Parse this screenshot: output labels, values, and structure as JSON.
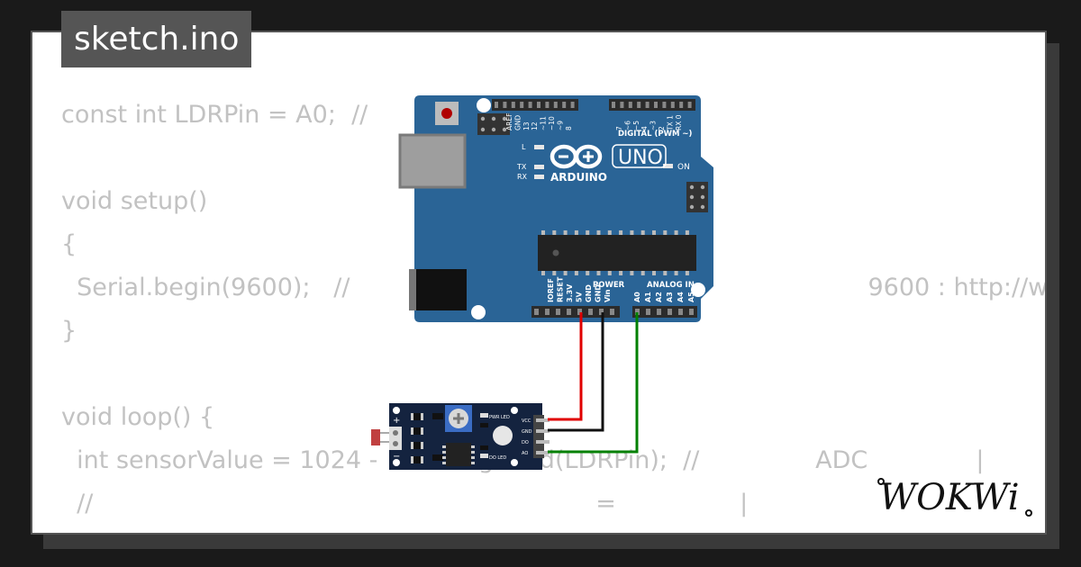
{
  "file": {
    "tab_title": "sketch.ino"
  },
  "code_lines": [
    "const int LDRPin = A0;  //",
    "",
    "void setup()",
    "{",
    "  Serial.begin(9600);   //                                                                   9600 : http://w",
    "}",
    "",
    "void loop() {",
    "  int sensorValue = 1024 -             gRead(LDRPin);  //               ADC              |",
    "  //                                                                 =                |",
    "  //                                       |"
  ],
  "arduino": {
    "model_label": "UNO",
    "brand_label": "ARDUINO",
    "digital_header_label": "DIGITAL (PWM ~)",
    "power_label": "POWER",
    "analog_label": "ANALOG IN",
    "on_label": "ON",
    "led_labels": [
      "L",
      "TX",
      "RX"
    ],
    "top_pins": [
      "AREF",
      "GND",
      "13",
      "12",
      "~11",
      "~10",
      "~9",
      "8",
      "7",
      "~6",
      "~5",
      "4",
      "~3",
      "2",
      "TX 1",
      "RX 0"
    ],
    "power_pins": [
      "IOREF",
      "RESET",
      "3.3V",
      "5V",
      "GND",
      "GND",
      "Vin"
    ],
    "analog_pins": [
      "A0",
      "A1",
      "A2",
      "A3",
      "A4",
      "A5"
    ],
    "board_color": "#2a6496"
  },
  "sensor_module": {
    "pin_labels": [
      "VCC",
      "GND",
      "DO",
      "AO"
    ],
    "led_labels": [
      "PWR LED",
      "DO LED"
    ],
    "plus_label": "+",
    "minus_label": "−",
    "board_color": "#14233f"
  },
  "wires": {
    "vcc_color": "#e00000",
    "gnd_color": "#111111",
    "ao_color": "#008000"
  },
  "brand": {
    "logo_text": "WOKWi"
  }
}
